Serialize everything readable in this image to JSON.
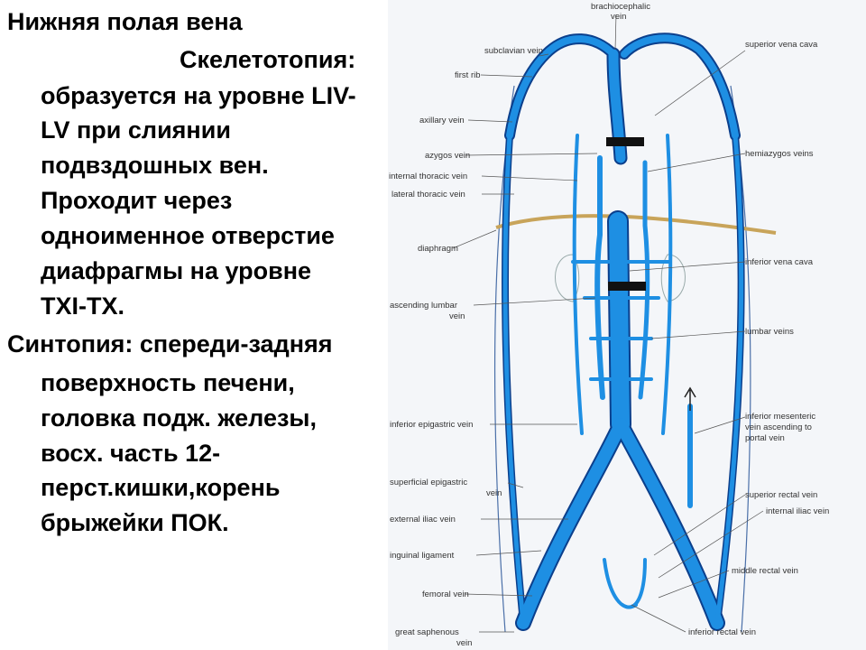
{
  "slide": {
    "heading": "Нижняя полая вена",
    "lines": [
      "Скелетотопия:",
      "образуется на уровне LIV-",
      "LV при слиянии",
      "подвздошных вен.",
      "Проходит через",
      "одноименное отверстие",
      "диафрагмы на уровне",
      "TXI-TX.",
      "Синтопия: спереди-задняя",
      "поверхность печени,",
      "головка подж. железы,",
      "восх. часть 12-",
      "перст.кишки,корень",
      "брыжейки ПОК."
    ]
  },
  "diagram": {
    "labels": [
      "brachiocephalic",
      "vein",
      "subclavian vein",
      "superior vena cava",
      "first rib",
      "axillary vein",
      "azygos vein",
      "hemiazygos veins",
      "internal thoracic vein",
      "lateral thoracic vein",
      "diaphragm",
      "inferior vena cava",
      "ascending lumbar",
      "vein",
      "lumbar veins",
      "inferior epigastric vein",
      "inferior mesenteric",
      "vein ascending to",
      "portal vein",
      "superficial epigastric",
      "vein",
      "superior rectal vein",
      "external iliac vein",
      "internal iliac vein",
      "inguinal ligament",
      "middle rectal vein",
      "femoral vein",
      "great saphenous",
      "vein",
      "inferior rectal vein"
    ]
  },
  "colors": {
    "vein_fill": "#1e8fe3",
    "vein_outline": "#0b3f8c",
    "diaphragm": "#c8a45a",
    "background": "#f4f6f9"
  }
}
